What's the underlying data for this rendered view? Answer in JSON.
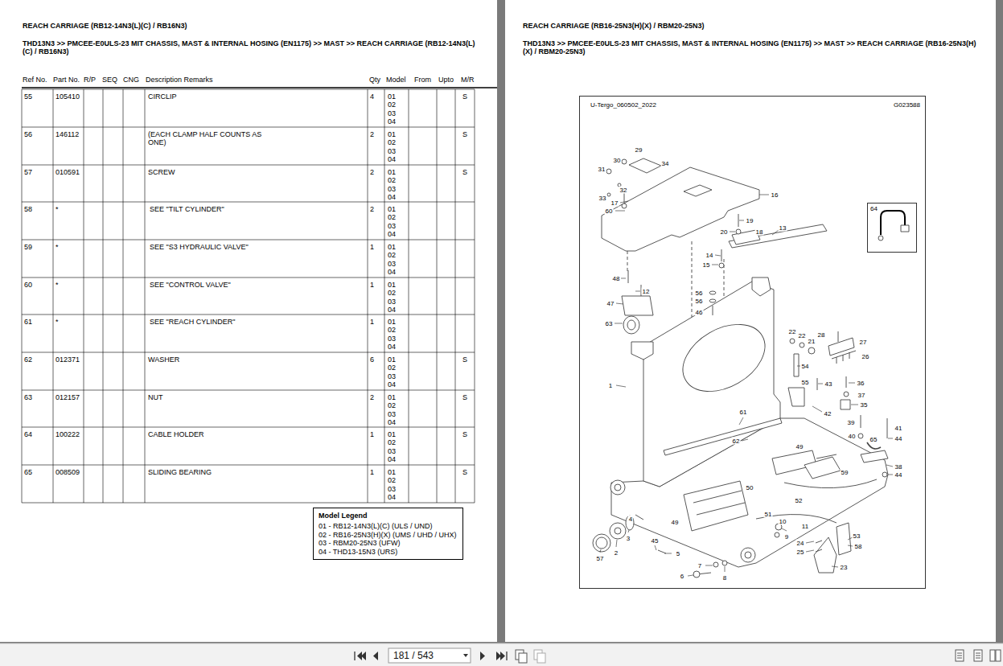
{
  "diagram": {
    "title": "REACH CARRIAGE (RB12-14N3(L)(C) / RB16N3)",
    "nodes": [
      {
        "text": [
          "Model Legend",
          "01 - RB12-14N3(L)(C) (ULS / UND)",
          "02 - RB16-25N3(H)(X) (UMS / UHD / UHX)",
          "03 - RBM20-25N3 (UFW)",
          "04 - THD13-15N3 (URS)"
        ]
      },
      {
        "text": [
          "U-Tergo_060502_2022",
          "G023588"
        ]
      },
      {
        "text": [
          "64"
        ],
        "in": 1
      }
    ],
    "labels": [
      "THD13N3 >> PMCEE-E0ULS-23 MIT CHASSIS, MAST & INTERNAL HOSING (EN1175) >> MAST >> REACH CARRIAGE (RB12-14N3(L)(C) / RB16N3)",
      "REACH CARRIAGE (RB16-25N3(H)(X) / RBM20-25N3)",
      "THD13N3 >> PMCEE-E0ULS-23 MIT CHASSIS, MAST & INTERNAL HOSING (EN1175) >> MAST >> REACH CARRIAGE (RB16-25N3(H)(X) / RBM20-25N3)",
      "Ref No.",
      "Part No.",
      "R/P",
      "SEQ",
      "CNG",
      "Description Remarks",
      "Qty",
      "Model",
      "From",
      "Upto",
      "M/R",
      "55",
      "105410",
      "CIRCLIP",
      "4",
      "01 02 03 04",
      "S",
      "56",
      "146112",
      "(EACH CLAMP HALF COUNTS AS ONE)",
      "2",
      "01 02 03 04",
      "S",
      "57",
      "010591",
      "SCREW",
      "2",
      "01 02 03 04",
      "S",
      "58",
      "*",
      "SEE \"TILT CYLINDER\"",
      "2",
      "01 02 03 04",
      "59",
      "*",
      "SEE \"S3 HYDRAULIC VALVE\"",
      "1",
      "01 02 03 04",
      "60",
      "*",
      "SEE \"CONTROL VALVE\"",
      "1",
      "01 02 03 04",
      "61",
      "*",
      "SEE \"REACH CYLINDER\"",
      "1",
      "01 02 03 04",
      "62",
      "012371",
      "WASHER",
      "6",
      "01 02 03 04",
      "S",
      "63",
      "012157",
      "NUT",
      "2",
      "01 02 03 04",
      "S",
      "64",
      "100222",
      "CABLE HOLDER",
      "1",
      "01 02 03 04",
      "S",
      "65",
      "008509",
      "SLIDING BEARING",
      "1",
      "01 02 03 04",
      "S",
      "29",
      "30",
      "34",
      "31",
      "32",
      "16",
      "33",
      "17",
      "60",
      "19",
      "13",
      "20",
      "18",
      "14",
      "15",
      "48",
      "12",
      "56",
      "56",
      "47",
      "46",
      "63",
      "22",
      "22",
      "28",
      "21",
      "27",
      "26",
      "54",
      "55",
      "43",
      "36",
      "1",
      "37",
      "35",
      "61",
      "42",
      "39",
      "41",
      "40",
      "44",
      "65",
      "62",
      "49",
      "38",
      "59",
      "44",
      "50",
      "52",
      "51",
      "4",
      "10",
      "49",
      "11",
      "53",
      "9",
      "3",
      "45",
      "24",
      "58",
      "25",
      "2",
      "5",
      "57",
      "7",
      "23",
      "6",
      "8",
      "181 / 543"
    ]
  }
}
